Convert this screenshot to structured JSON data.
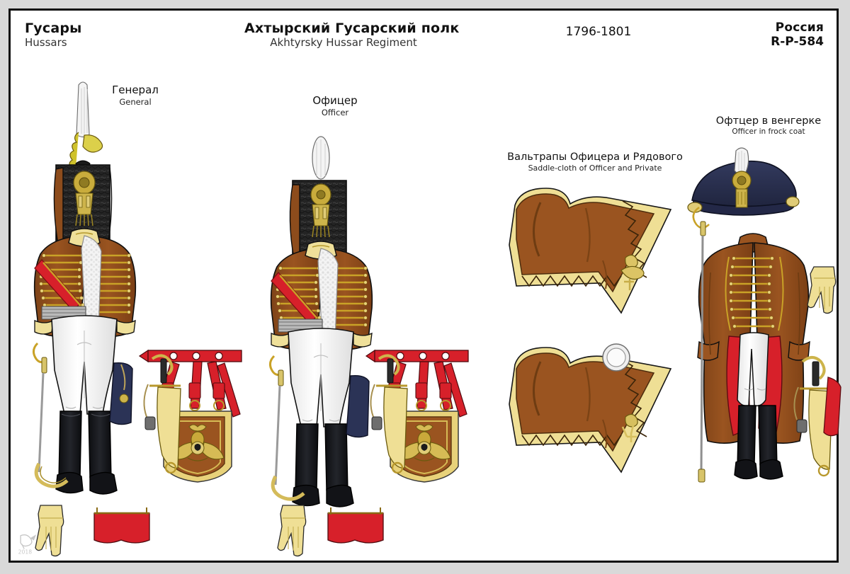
{
  "plate": {
    "header": {
      "left": {
        "ru": "Гусары",
        "en": "Hussars"
      },
      "center": {
        "ru": "Ахтырский Гусарский полк",
        "en": "Akhtyrsky Hussar Regiment"
      },
      "date": "1796-1801",
      "right": {
        "ru": "Россия",
        "en": "R-P-584"
      }
    },
    "figures": [
      {
        "id": "general",
        "ru": "Генерал",
        "en": "General"
      },
      {
        "id": "officer",
        "ru": "Офицер",
        "en": "Officer"
      },
      {
        "id": "saddle",
        "ru": "Вальтрапы Офицера и Рядового",
        "en": "Saddle-cloth of Officer and Private"
      },
      {
        "id": "frock",
        "ru": "Офтцер в венгерке",
        "en": "Officer in frock coat"
      }
    ],
    "watermark": "2018",
    "colors": {
      "background": "#ffffff",
      "page_margin": "#d9d9d9",
      "frame_border": "#101010",
      "cloth_brown": "#9a5420",
      "cloth_brown_dark": "#7b3f15",
      "cloth_brown_light": "#a85e26",
      "lace_gold": "#c9a227",
      "gold_bright": "#e8d27a",
      "facing_yellow": "#efe09a",
      "buff_yellow": "#efdf95",
      "scarlet_red": "#d7202a",
      "sash_red": "#e03030",
      "breeches_white": "#fdfdfd",
      "boot_black": "#15161a",
      "fur_black": "#242424",
      "plume_white": "#f2f2f2",
      "navy_blue": "#2b3356",
      "bicorne_navy": "#2a2f52",
      "outline": "#101010"
    },
    "items": [
      {
        "name": "general-busby-plume",
        "color": "#f2f2f2"
      },
      {
        "name": "general-busby-fur",
        "color": "#242424"
      },
      {
        "name": "general-dolman",
        "color": "#9a5420"
      },
      {
        "name": "general-pelisse",
        "color": "#9a5420"
      },
      {
        "name": "general-breeches",
        "color": "#fdfdfd"
      },
      {
        "name": "general-boots",
        "color": "#15161a"
      },
      {
        "name": "general-sabretache",
        "color": "#9a5420"
      },
      {
        "name": "sabretache-belt",
        "color": "#d7202a"
      },
      {
        "name": "officer-shabraque",
        "color": "#9a5420"
      },
      {
        "name": "private-shabraque",
        "color": "#9a5420"
      },
      {
        "name": "frock-coat",
        "color": "#9a5420"
      },
      {
        "name": "frock-coat-lining",
        "color": "#d7202a"
      },
      {
        "name": "bicorne",
        "color": "#2a2f52"
      },
      {
        "name": "gauntlet-glove",
        "color": "#efdf95"
      },
      {
        "name": "red-sash-cloth",
        "color": "#d7202a"
      }
    ]
  }
}
